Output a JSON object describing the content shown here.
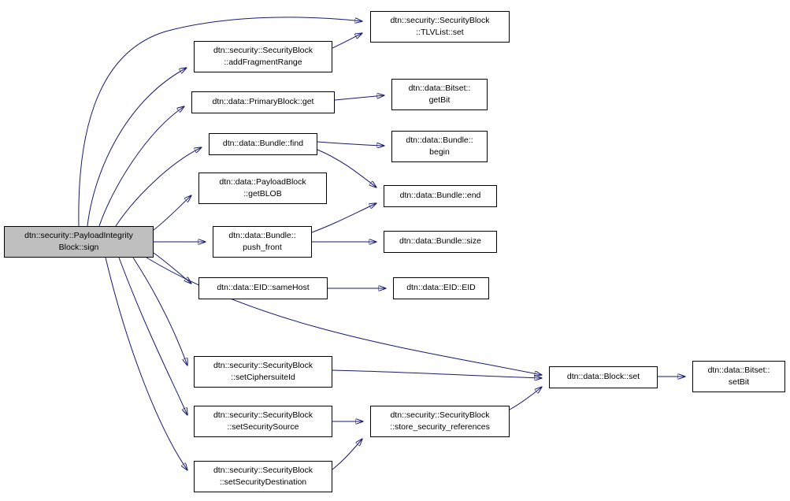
{
  "diagram": {
    "kind": "doxygen-call-graph",
    "colors": {
      "edge": "#191970",
      "node_border": "#000000",
      "node_fill": "#ffffff",
      "highlight_fill": "#bfbfbf"
    },
    "nodes": [
      {
        "id": "sign",
        "label": "dtn::security::PayloadIntegrity\nBlock::sign",
        "highlighted": true
      },
      {
        "id": "tlvlist_set",
        "label": "dtn::security::SecurityBlock\n::TLVList::set",
        "highlighted": false
      },
      {
        "id": "add_fragment_range",
        "label": "dtn::security::SecurityBlock\n::addFragmentRange",
        "highlighted": false
      },
      {
        "id": "primaryblock_get",
        "label": "dtn::data::PrimaryBlock::get",
        "highlighted": false
      },
      {
        "id": "bitset_getbit",
        "label": "dtn::data::Bitset::\ngetBit",
        "highlighted": false
      },
      {
        "id": "bundle_find",
        "label": "dtn::data::Bundle::find",
        "highlighted": false
      },
      {
        "id": "bundle_begin",
        "label": "dtn::data::Bundle::\nbegin",
        "highlighted": false
      },
      {
        "id": "payloadblock_getblob",
        "label": "dtn::data::PayloadBlock\n::getBLOB",
        "highlighted": false
      },
      {
        "id": "bundle_end",
        "label": "dtn::data::Bundle::end",
        "highlighted": false
      },
      {
        "id": "bundle_push_front",
        "label": "dtn::data::Bundle::\npush_front",
        "highlighted": false
      },
      {
        "id": "bundle_size",
        "label": "dtn::data::Bundle::size",
        "highlighted": false
      },
      {
        "id": "eid_samehost",
        "label": "dtn::data::EID::sameHost",
        "highlighted": false
      },
      {
        "id": "eid_eid",
        "label": "dtn::data::EID::EID",
        "highlighted": false
      },
      {
        "id": "set_ciphersuite_id",
        "label": "dtn::security::SecurityBlock\n::setCiphersuiteId",
        "highlighted": false
      },
      {
        "id": "set_security_source",
        "label": "dtn::security::SecurityBlock\n::setSecuritySource",
        "highlighted": false
      },
      {
        "id": "set_security_destination",
        "label": "dtn::security::SecurityBlock\n::setSecurityDestination",
        "highlighted": false
      },
      {
        "id": "store_security_references",
        "label": "dtn::security::SecurityBlock\n::store_security_references",
        "highlighted": false
      },
      {
        "id": "block_set",
        "label": "dtn::data::Block::set",
        "highlighted": false
      },
      {
        "id": "bitset_setbit",
        "label": "dtn::data::Bitset::\nsetBit",
        "highlighted": false
      }
    ],
    "edges": [
      {
        "from": "sign",
        "to": "tlvlist_set"
      },
      {
        "from": "sign",
        "to": "add_fragment_range"
      },
      {
        "from": "sign",
        "to": "primaryblock_get"
      },
      {
        "from": "sign",
        "to": "bundle_find"
      },
      {
        "from": "sign",
        "to": "payloadblock_getblob"
      },
      {
        "from": "sign",
        "to": "bundle_push_front"
      },
      {
        "from": "sign",
        "to": "eid_samehost"
      },
      {
        "from": "sign",
        "to": "block_set"
      },
      {
        "from": "sign",
        "to": "set_ciphersuite_id"
      },
      {
        "from": "sign",
        "to": "set_security_source"
      },
      {
        "from": "sign",
        "to": "set_security_destination"
      },
      {
        "from": "add_fragment_range",
        "to": "tlvlist_set"
      },
      {
        "from": "primaryblock_get",
        "to": "bitset_getbit"
      },
      {
        "from": "bundle_find",
        "to": "bundle_begin"
      },
      {
        "from": "bundle_find",
        "to": "bundle_end"
      },
      {
        "from": "bundle_push_front",
        "to": "bundle_end"
      },
      {
        "from": "bundle_push_front",
        "to": "bundle_size"
      },
      {
        "from": "eid_samehost",
        "to": "eid_eid"
      },
      {
        "from": "set_ciphersuite_id",
        "to": "block_set"
      },
      {
        "from": "set_security_source",
        "to": "store_security_references"
      },
      {
        "from": "set_security_destination",
        "to": "store_security_references"
      },
      {
        "from": "store_security_references",
        "to": "block_set"
      },
      {
        "from": "block_set",
        "to": "bitset_setbit"
      }
    ]
  }
}
